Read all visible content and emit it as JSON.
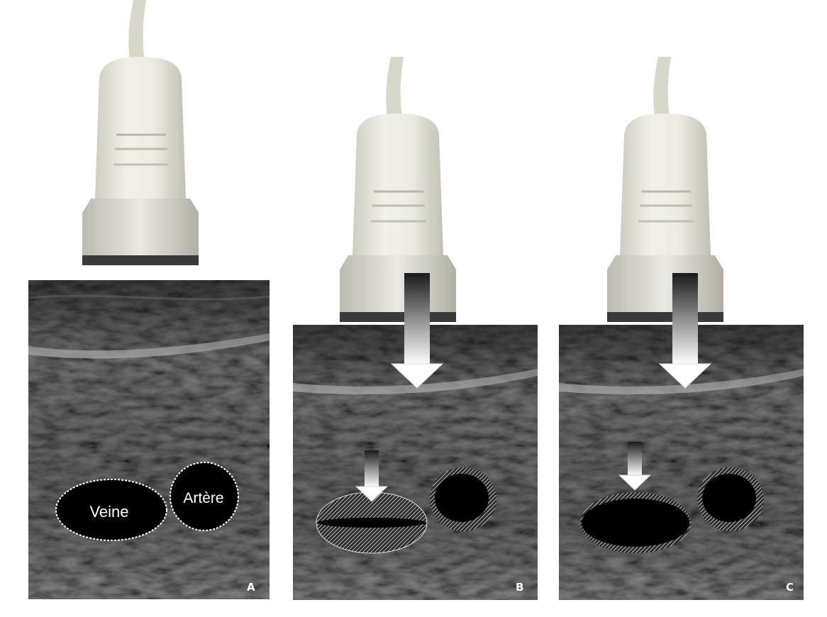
{
  "panels": [
    {
      "letter": "A",
      "vessel_labels": {
        "vein": "Veine",
        "artery": "Artère"
      }
    },
    {
      "letter": "B",
      "vessel_labels": {
        "vein": "",
        "artery": ""
      }
    },
    {
      "letter": "C",
      "vessel_labels": {
        "vein": "",
        "artery": ""
      }
    }
  ],
  "colors": {
    "background": "#ffffff",
    "probe_body": "#e8e6dc",
    "probe_tip": "#3a3a3a",
    "ultrasound_dark": "#111111",
    "vessel_fill": "#000000",
    "vessel_outline": "#ffffff"
  },
  "icons": [
    "ultrasound-probe-icon",
    "compression-arrow-icon"
  ]
}
